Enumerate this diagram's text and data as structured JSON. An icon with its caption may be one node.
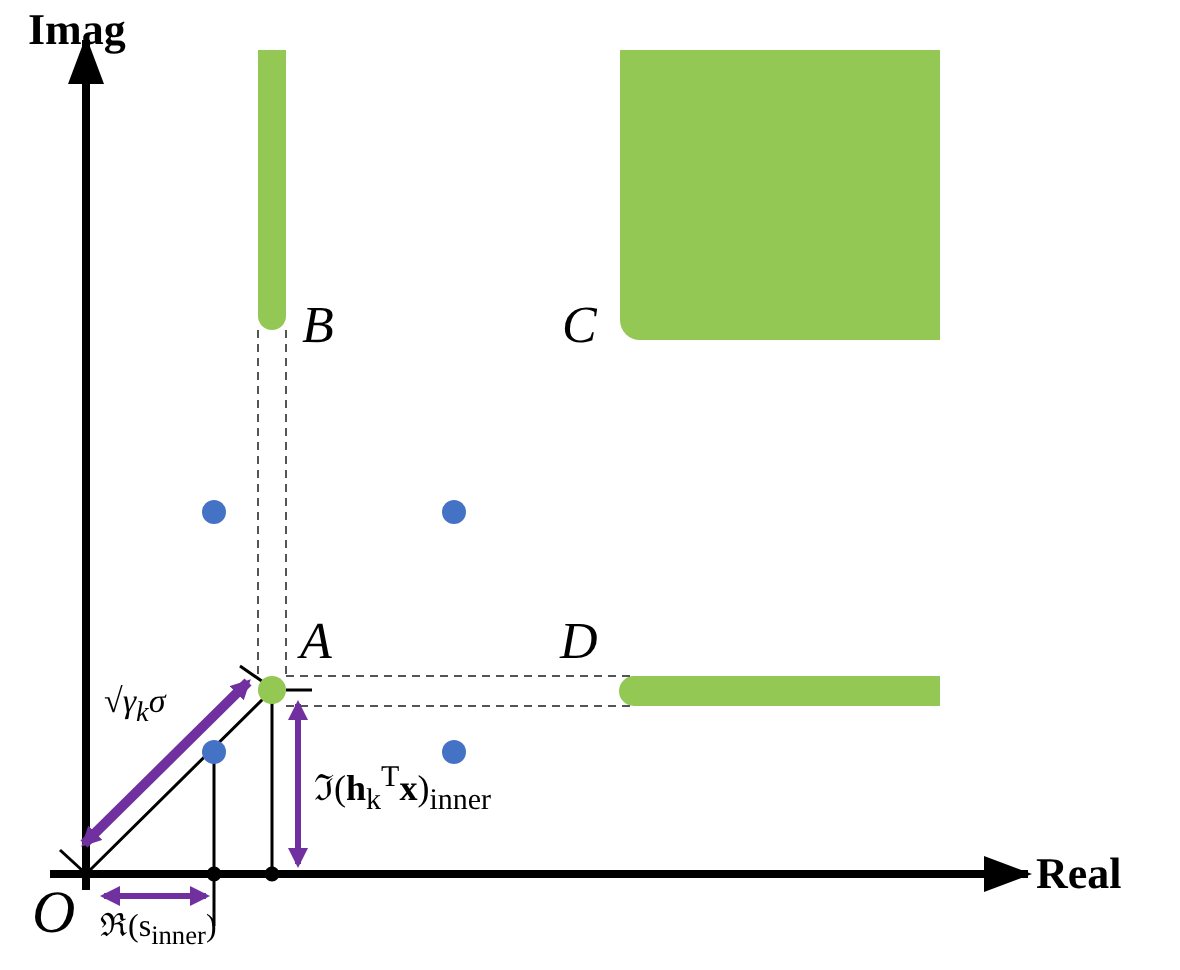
{
  "diagram": {
    "labels": [
      "Imag",
      "Real",
      "O",
      "A",
      "B",
      "C",
      "D",
      "√γ$_{k}$σ",
      "ℑ(**h**$_{k}$$^{T}$**x**)$_{inner}$",
      "ℜ(s$_{inner}$)"
    ]
  }
}
